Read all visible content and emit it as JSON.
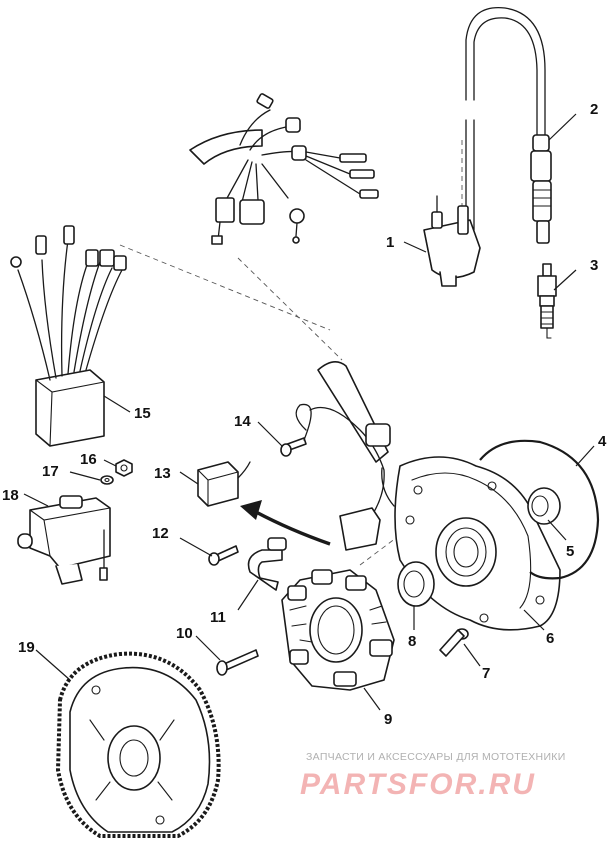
{
  "callouts": [
    {
      "id": "1",
      "label": "1"
    },
    {
      "id": "2",
      "label": "2"
    },
    {
      "id": "3",
      "label": "3"
    },
    {
      "id": "4",
      "label": "4"
    },
    {
      "id": "5",
      "label": "5"
    },
    {
      "id": "6",
      "label": "6"
    },
    {
      "id": "7",
      "label": "7"
    },
    {
      "id": "8",
      "label": "8"
    },
    {
      "id": "9",
      "label": "9"
    },
    {
      "id": "10",
      "label": "10"
    },
    {
      "id": "11",
      "label": "11"
    },
    {
      "id": "12",
      "label": "12"
    },
    {
      "id": "13",
      "label": "13"
    },
    {
      "id": "14",
      "label": "14"
    },
    {
      "id": "15",
      "label": "15"
    },
    {
      "id": "16",
      "label": "16"
    },
    {
      "id": "17",
      "label": "17"
    },
    {
      "id": "18",
      "label": "18"
    },
    {
      "id": "19",
      "label": "19"
    }
  ],
  "watermark": {
    "tagline": "ЗАПЧАСТИ И АКСЕССУАРЫ ДЛЯ МОТОТЕХНИКИ",
    "brand": "PARTSFOR.RU",
    "brand_color": "#f3b4b4",
    "tagline_color": "#b0b0b0"
  }
}
